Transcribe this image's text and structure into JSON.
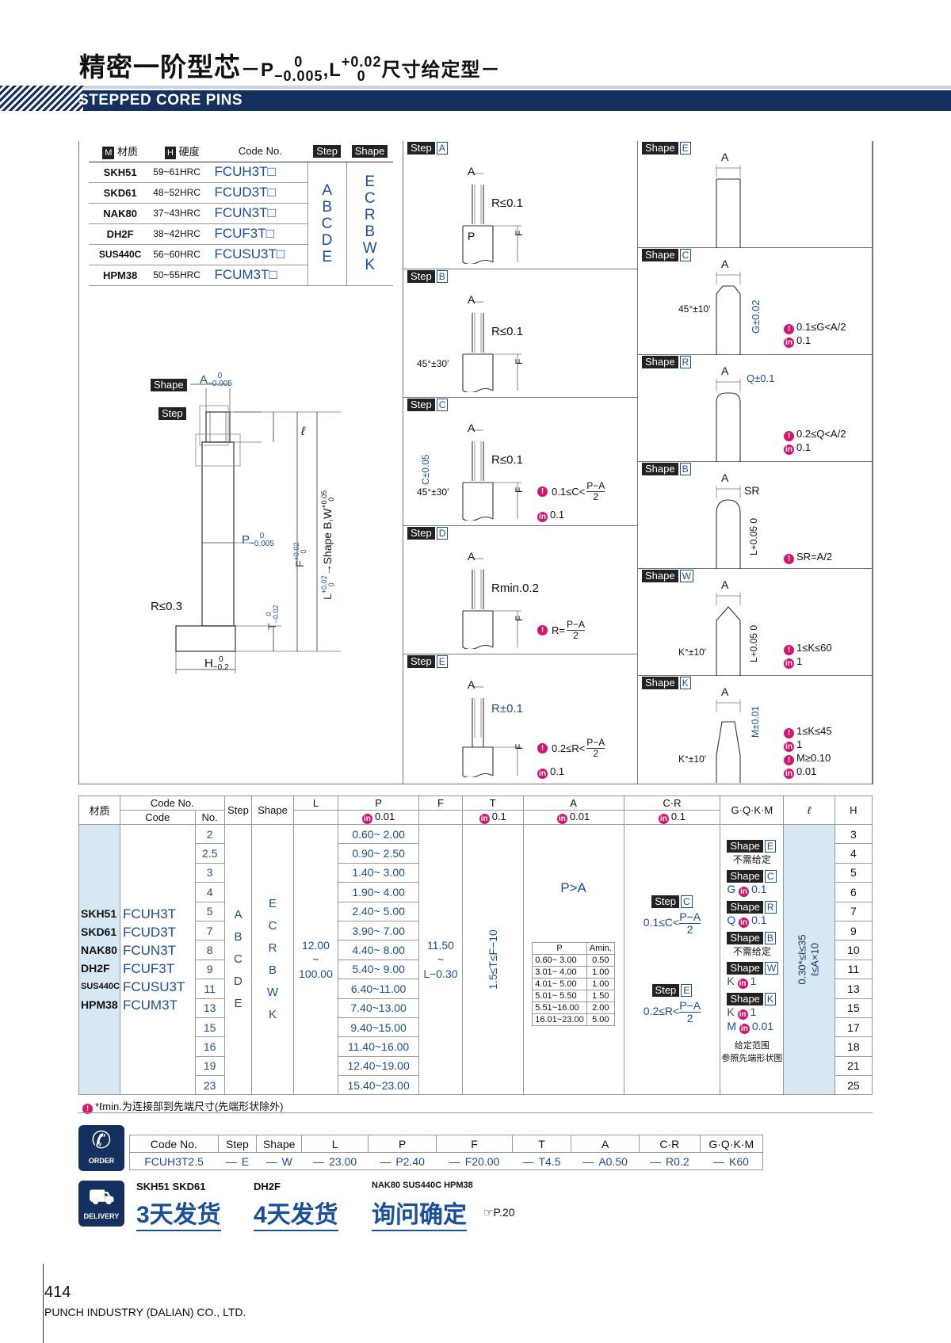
{
  "header": {
    "title_cn": "精密一阶型芯",
    "title_sep": "－P",
    "p_tol_upper": "0",
    "p_tol_lower": "−0.005",
    "comma": ",L",
    "l_tol_upper": "+0.02",
    "l_tol_lower": "0",
    "title_suffix": "尺寸给定型－",
    "subtitle": "STEPPED CORE PINS"
  },
  "material_table": {
    "col_material": "材质",
    "col_hardness": "硬度",
    "col_code": "Code No.",
    "col_step": "Step",
    "col_shape": "Shape",
    "mat_icon": "M",
    "hard_icon": "H",
    "rows": [
      {
        "material": "SKH51",
        "hardness": "59~61HRC",
        "code": "FCUH3T□"
      },
      {
        "material": "SKD61",
        "hardness": "48~52HRC",
        "code": "FCUD3T□"
      },
      {
        "material": "NAK80",
        "hardness": "37~43HRC",
        "code": "FCUN3T□"
      },
      {
        "material": "DH2F",
        "hardness": "38~42HRC",
        "code": "FCUF3T□"
      },
      {
        "material": "SUS440C",
        "hardness": "56~60HRC",
        "code": "FCUSU3T□"
      },
      {
        "material": "HPM38",
        "hardness": "50~55HRC",
        "code": "FCUM3T□"
      }
    ],
    "steps": [
      "A",
      "B",
      "C",
      "D",
      "E"
    ],
    "shapes": [
      "E",
      "C",
      "R",
      "B",
      "W",
      "K"
    ]
  },
  "main_drawing": {
    "shape_tag": "Shape",
    "step_tag": "Step",
    "a_label": "A",
    "a_tol_u": "0",
    "a_tol_l": "−0.005",
    "p_label": "P",
    "p_tol_u": "0",
    "p_tol_l": "−0.005",
    "r_label": "R≤0.3",
    "h_label": "H",
    "h_tol_u": "0",
    "h_tol_l": "−0.2",
    "t_label": "T",
    "t_tol_u": "0",
    "t_tol_l": "−0.02",
    "f_label": "F",
    "f_tol_u": "+0.02",
    "f_tol_l": "0",
    "l_label": "L",
    "l_tol_u": "+0.02",
    "l_tol_l": "0",
    "l_shape": "→Shape B,W",
    "l_shape_tol_u": "+0.05",
    "l_shape_tol_l": "0",
    "ell": "ℓ"
  },
  "steps": [
    {
      "tag": "Step",
      "id": "A",
      "r": "R≤0.1",
      "a": "A",
      "p": "P",
      "f": "F"
    },
    {
      "tag": "Step",
      "id": "B",
      "r": "R≤0.1",
      "a": "A",
      "angle": "45°±30′",
      "f": "F"
    },
    {
      "tag": "Step",
      "id": "C",
      "r": "R≤0.1",
      "a": "A",
      "c": "C±0.05",
      "angle": "45°±30′",
      "f": "F",
      "note1": "0.1≤C<",
      "frac_num": "P−A",
      "frac_den": "2",
      "note2": "0.1"
    },
    {
      "tag": "Step",
      "id": "D",
      "r": "Rmin.0.2",
      "a": "A",
      "f": "F",
      "note1": "R=",
      "frac_num": "P−A",
      "frac_den": "2"
    },
    {
      "tag": "Step",
      "id": "E",
      "r": "R±0.1",
      "a": "A",
      "f": "F",
      "note1": "0.2≤R<",
      "frac_num": "P−A",
      "frac_den": "2",
      "note2": "0.1"
    }
  ],
  "shapes": [
    {
      "tag": "Shape",
      "id": "E",
      "a": "A"
    },
    {
      "tag": "Shape",
      "id": "C",
      "a": "A",
      "angle": "45°±10′",
      "g": "G±0.02",
      "note1": "0.1≤G<A/2",
      "note2": "0.1"
    },
    {
      "tag": "Shape",
      "id": "R",
      "a": "A",
      "q": "Q±0.1",
      "note1": "0.2≤Q<A/2",
      "note2": "0.1"
    },
    {
      "tag": "Shape",
      "id": "B",
      "a": "A",
      "sr": "SR",
      "l": "L+0.05 0",
      "note1": "SR=A/2"
    },
    {
      "tag": "Shape",
      "id": "W",
      "a": "A",
      "k": "K°±10′",
      "l": "L+0.05 0",
      "note1": "1≤K≤60",
      "note2": "1"
    },
    {
      "tag": "Shape",
      "id": "K",
      "a": "A",
      "k": "K°±10′",
      "m": "M±0.01",
      "note1": "1≤K≤45",
      "note2": "1",
      "note3": "M≥0.10",
      "note4": "0.01"
    }
  ],
  "main_table": {
    "headers": {
      "material": "材质",
      "code_no": "Code No.",
      "code": "Code",
      "no": "No.",
      "step": "Step",
      "shape": "Shape",
      "L": "L",
      "P": "P",
      "F": "F",
      "T": "T",
      "A": "A",
      "CR": "C·R",
      "GQKM": "G·Q·K·M",
      "ell": "ℓ",
      "H": "H",
      "P_unit": "0.01",
      "T_unit": "0.1",
      "A_unit": "0.01",
      "CR_unit": "0.1"
    },
    "materials": [
      "SKH51",
      "SKD61",
      "NAK80",
      "DH2F",
      "SUS440C",
      "HPM38"
    ],
    "codes": [
      "FCUH3T",
      "FCUD3T",
      "FCUN3T",
      "FCUF3T",
      "FCUSU3T",
      "FCUM3T"
    ],
    "steps": [
      "A",
      "B",
      "C",
      "D",
      "E"
    ],
    "shapes": [
      "E",
      "C",
      "R",
      "B",
      "W",
      "K"
    ],
    "L_range": {
      "min": "12.00",
      "sep": "~",
      "max": "100.00"
    },
    "F_range": {
      "min": "11.50",
      "sep": "~",
      "max": "L−0.30"
    },
    "T_range": "1.5≤T≤F−10",
    "A_note": "P>A",
    "ell_range": "0.30*≤ℓ≤35",
    "ell_range2": "ℓ≤A×10",
    "rows": [
      {
        "no": "2",
        "p": "0.60~ 2.00",
        "h": "3"
      },
      {
        "no": "2.5",
        "p": "0.90~ 2.50",
        "h": "4"
      },
      {
        "no": "3",
        "p": "1.40~ 3.00",
        "h": "5"
      },
      {
        "no": "4",
        "p": "1.90~ 4.00",
        "h": "6"
      },
      {
        "no": "5",
        "p": "2.40~ 5.00",
        "h": "7"
      },
      {
        "no": "7",
        "p": "3.90~ 7.00",
        "h": "9"
      },
      {
        "no": "8",
        "p": "4.40~ 8.00",
        "h": "10"
      },
      {
        "no": "9",
        "p": "5.40~ 9.00",
        "h": "11"
      },
      {
        "no": "11",
        "p": "6.40~11.00",
        "h": "13"
      },
      {
        "no": "13",
        "p": "7.40~13.00",
        "h": "15"
      },
      {
        "no": "15",
        "p": "9.40~15.00",
        "h": "17"
      },
      {
        "no": "16",
        "p": "11.40~16.00",
        "h": "18"
      },
      {
        "no": "19",
        "p": "12.40~19.00",
        "h": "21"
      },
      {
        "no": "23",
        "p": "15.40~23.00",
        "h": "25"
      }
    ],
    "amin_table": {
      "h_p": "P",
      "h_amin": "Amin.",
      "rows": [
        [
          "0.60~ 3.00",
          "0.50"
        ],
        [
          "3.01~ 4.00",
          "1.00"
        ],
        [
          "4.01~ 5.00",
          "1.00"
        ],
        [
          "5.01~ 5.50",
          "1.50"
        ],
        [
          "5.51~16.00",
          "2.00"
        ],
        [
          "16.01~23.00",
          "5.00"
        ]
      ]
    },
    "cr": {
      "stepC_tag": "Step",
      "stepC": "C",
      "stepC_note": "0.1≤C<",
      "frac_num": "P−A",
      "frac_den": "2",
      "stepE_tag": "Step",
      "stepE": "E",
      "stepE_note": "0.2≤R<"
    },
    "gqkm": [
      {
        "tag": "Shape",
        "id": "E",
        "text": "不需给定"
      },
      {
        "tag": "Shape",
        "id": "C",
        "text": "G",
        "unit": "0.1"
      },
      {
        "tag": "Shape",
        "id": "R",
        "text": "Q",
        "unit": "0.1"
      },
      {
        "tag": "Shape",
        "id": "B",
        "text": "不需给定"
      },
      {
        "tag": "Shape",
        "id": "W",
        "text": "K",
        "unit": "1"
      },
      {
        "tag": "Shape",
        "id": "K",
        "text": "K",
        "unit": "1",
        "text2": "M",
        "unit2": "0.01"
      }
    ],
    "gqkm_note1": "给定范围",
    "gqkm_note2": "参照先端形状图",
    "footnote": "*ℓmin.为连接部到先端尺寸(先端形状除外)"
  },
  "order": {
    "icon_label": "ORDER",
    "headers": [
      "Code No.",
      "Step",
      "Shape",
      "L",
      "P",
      "F",
      "T",
      "A",
      "C·R",
      "G·Q·K·M"
    ],
    "values": [
      "FCUH3T2.5",
      "—",
      "E",
      "—",
      "W",
      "—",
      "23.00",
      "—",
      "P2.40",
      "—",
      "F20.00",
      "—",
      "T4.5",
      "—",
      "A0.50",
      "—",
      "R0.2",
      "—",
      "K60"
    ]
  },
  "delivery": {
    "icon_label": "DELIVERY",
    "groups": [
      {
        "materials": "SKH51  SKD61",
        "days": "3天发货"
      },
      {
        "materials": "DH2F",
        "days": "4天发货"
      },
      {
        "materials": "NAK80  SUS440C  HPM38",
        "days": "询问确定"
      }
    ],
    "ref": "☞P.20"
  },
  "footer": {
    "page": "414",
    "company": "PUNCH INDUSTRY (DALIAN) CO., LTD."
  }
}
